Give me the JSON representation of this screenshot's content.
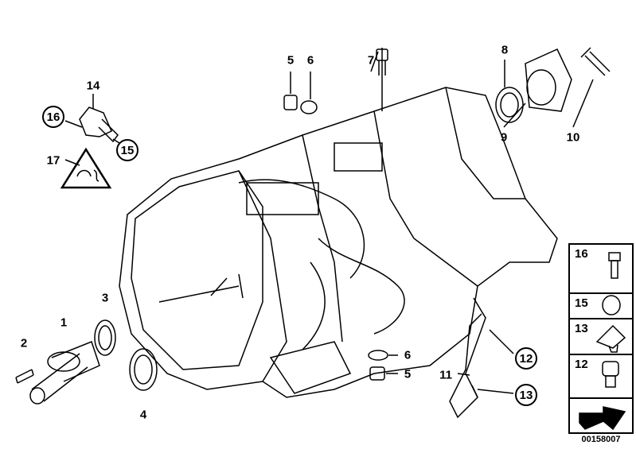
{
  "callouts": {
    "p1": "1",
    "p2": "2",
    "p3": "3",
    "p4": "4",
    "p5_top": "5",
    "p6_top": "6",
    "p7": "7",
    "p8": "8",
    "p9": "9",
    "p10": "10",
    "p11": "11",
    "p12": "12",
    "p13": "13",
    "p14": "14",
    "p15": "15",
    "p16": "16",
    "p17": "17",
    "p5_bot": "5",
    "p6_bot": "6"
  },
  "legend": [
    {
      "num": "16",
      "icon": "bolt-icon"
    },
    {
      "num": "15",
      "icon": "o-ring-icon"
    },
    {
      "num": "13",
      "icon": "clip-nut-icon"
    },
    {
      "num": "12",
      "icon": "hex-bolt-icon"
    },
    {
      "num": "",
      "icon": "arrow-icon"
    }
  ],
  "diagram_code": "00158007"
}
